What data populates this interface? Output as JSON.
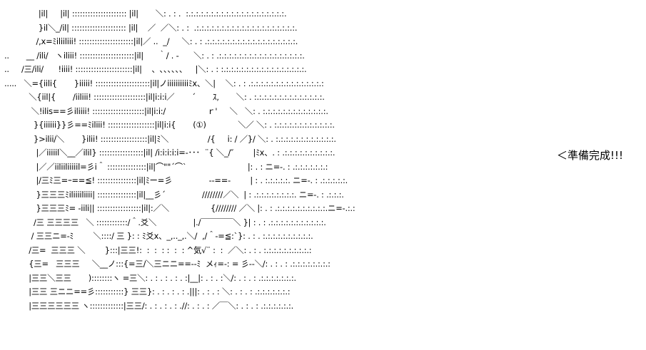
{
  "caption": "＜準備完成!!!",
  "art_lines": [
    "              |il|     |il| ::::::::::::::::::::: |il|       ＼: . : .  :.:.:.:.:.:.:.:.:.:.:.:.:.:.:.:.:.:.:.:.",
    "              }il＼_/il| ::::::::::::::::::::: |il|    ／  ／＼: . :  .:.:.:.:.:.:.:.:.:.:.:.:.:.:.:.:.:.:.:.:.",
    "             /,x=ﾐiliiliii! :::::::::::::::::::::|il|／ ..  _/     ＼: . : .:.:.:.:.:.:.:.:.:.:.:.:.:.:.:.:.:.:.",
    "..       __ /ili/   ヽiliii! :::::::::::::::::::::|il|      ｀/ . -      ＼: . : .:.:.:.:.:.:.:.:.:.:.:.:.:.:.:.:.:.",
    "..     /三/ili/      !iiii! ::::::::::::::::::::::|il|    、､､､､､､     |＼: . : :.:.:.:.:.:.:.:.:.:.:.:.:.:.:.:.:.",
    ".....   ＼={iili{       }iiiii! :::::::::::::::::::::|il|ノiiiiiiiiiiﾐx、＼|    ＼: . : .:.:.:.:.:.:.:.:.:.:.:.:.:.:.:",
    "          ＼{iil|{       /iiliii! ::::::::::::::::::::|il|i:i:i／       ´       ｽ,       ＼: . :.:.:.:.:.:.:.:.:.:.:.:.:.:.",
    "           ＼!ilis==彡iliiii! ::::::::::::::::::::|il|i:i:/                 ｒ'     ＼   ＼: . :.:.:.:.:.:.:.:.:.:.:.:.:.",
    "            }{iiiiii}}彡==ﾐiliii! ::::::::::::::::::|il|i:i{       (①)             ＼／ ＼: . :.:.:.:.:.:.:.:.:.:.:.:.",
    "            }>ilii/＼       }ilii! ::::::::::::::::::|il|ﾐ＼                /{     i: / ／}/ ＼: . :.:.:.:.:.:.:.:.:.:.:.:.",
    "             |／iiiiil＼__／ilil} :::::::::::::::::|il| /i:i:i:i:i=-･･･  ¨{ ＼_/″        |ﾐx、. : .:.:.:.:.:.:.:.:.:.:.",
    "             |／／iiliiliiiiil=彡i＾ :::::::::::::::|il|⌒\"\"´⌒`                         |: . : ニ=-. : .:.:.:.:.:.:.:",
    "             |/三ﾐ三=ｰ==≦! :::::::::::::::|il|ﾐー=彡               --==-        | : . :.:.:.:.:. ニ=-. : .:.:.:.:.:.",
    "             }三三三ﾐiliiiiliiii| :::::::::::::::|il|__彡´               ////////／＼  | : .:.:.:.:.:.:.:.:. ニ=-. : .:.:.:.",
    "             }三三三ﾐ= -iili|| :::::::::::::::::|il|:／＼                 {//////// ／＼ |: . : .:.:.:.:.:.:.:.:.:.:.ニ=-.:.:",
    "            /三 三三三三   ＼ ::::::::::::/＾.爻＼               |./￣￣￣￣＼ }| : . : .:.:.:.:.:.:.:.:.:.:.:.",
    "           / 三三ニ=-ﾐ        ＼::::/ 三 }: : ﾐ爻x、_,.._,.＼/  ,/＾-=≦:`}: . : . :.:.:.:.:.:.:.:.:.:.",
    "          /三=  三三三 ＼        }:::|三三!:  :  :  : :  :  : ^気√¨ :  :  ／＼: . : . :.:.:.:.:.:.:.:.:.:",
    "          {三=   三三三     ＼__ノ:::{=三/＼三ニニ==--ﾐ  メｨ=-: = 彡--＼/: . : . : .:.:.:.:.:.:.:.:",
    "          |三三＼三三       )::::::::ヽ =三＼: . : . : . : . :|__|: . : . :＼/: . : . : .:.:.:.:.:.:.:.",
    "          |三三 三ニニ==彡:::::::::::} 三三}: . : . : . : .|||: . : . : ＼: . : . : .:.:.:.:.:.:.:",
    "          |三三三三三三 ヽ:::::::::::::|三三/: . : . : . : .//: . : . : ／￣＼: . : . : .:.:.:.:.:.:."
  ]
}
